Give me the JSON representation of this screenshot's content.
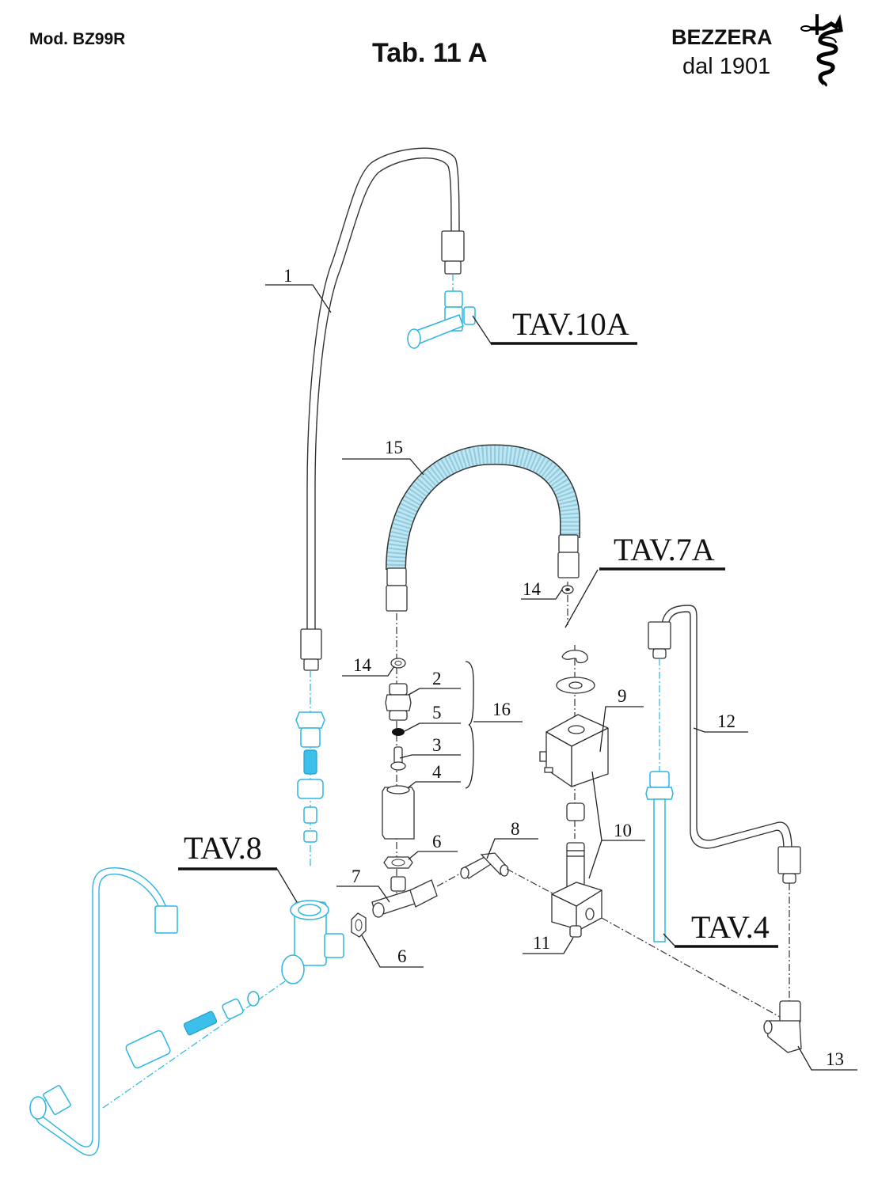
{
  "header": {
    "model": "Mod.  BZ99R",
    "table": "Tab. 11 A",
    "brand": "BEZZERA",
    "since": "dal 1901"
  },
  "colors": {
    "line": "#333333",
    "accent_blue": "#2BB5E0",
    "hose_fill": "#BFE6F2",
    "text": "#111111"
  },
  "part_labels": {
    "p1": "1",
    "p2": "2",
    "p3": "3",
    "p4": "4",
    "p5": "5",
    "p6a": "6",
    "p6b": "6",
    "p7": "7",
    "p8": "8",
    "p9": "9",
    "p10": "10",
    "p11": "11",
    "p12": "12",
    "p13": "13",
    "p14a": "14",
    "p14b": "14",
    "p15": "15",
    "p16": "16"
  },
  "references": {
    "tav10a": "TAV.10A",
    "tav7a": "TAV.7A",
    "tav8": "TAV.8",
    "tav4": "TAV.4"
  }
}
